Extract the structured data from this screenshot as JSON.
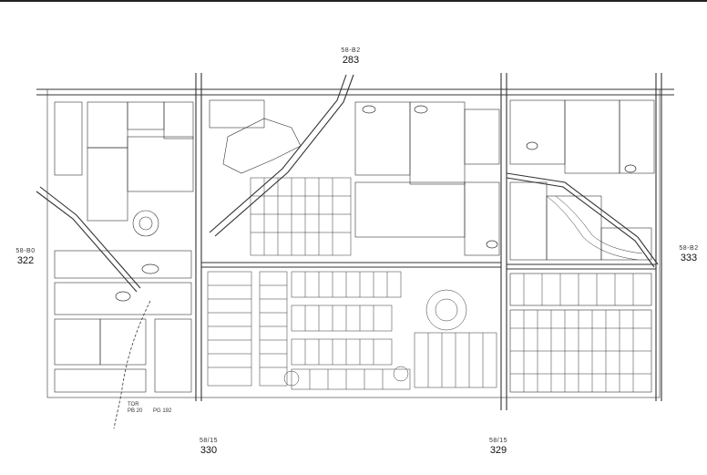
{
  "map": {
    "adjacent_sheets": {
      "north": {
        "prefix": "58-B2",
        "page": "283"
      },
      "west": {
        "prefix": "58-B0",
        "page": "322"
      },
      "east": {
        "prefix": "58-B2",
        "page": "333"
      },
      "south_west": {
        "prefix": "58/15",
        "page": "330"
      },
      "south_east": {
        "prefix": "58/15",
        "page": "329"
      }
    },
    "street_labels": {
      "south_left_a": "TOR",
      "south_left_b": "PB 20",
      "south_left_c": "PG 192"
    },
    "colors": {
      "ink": "#222222",
      "paper": "#ffffff"
    }
  }
}
